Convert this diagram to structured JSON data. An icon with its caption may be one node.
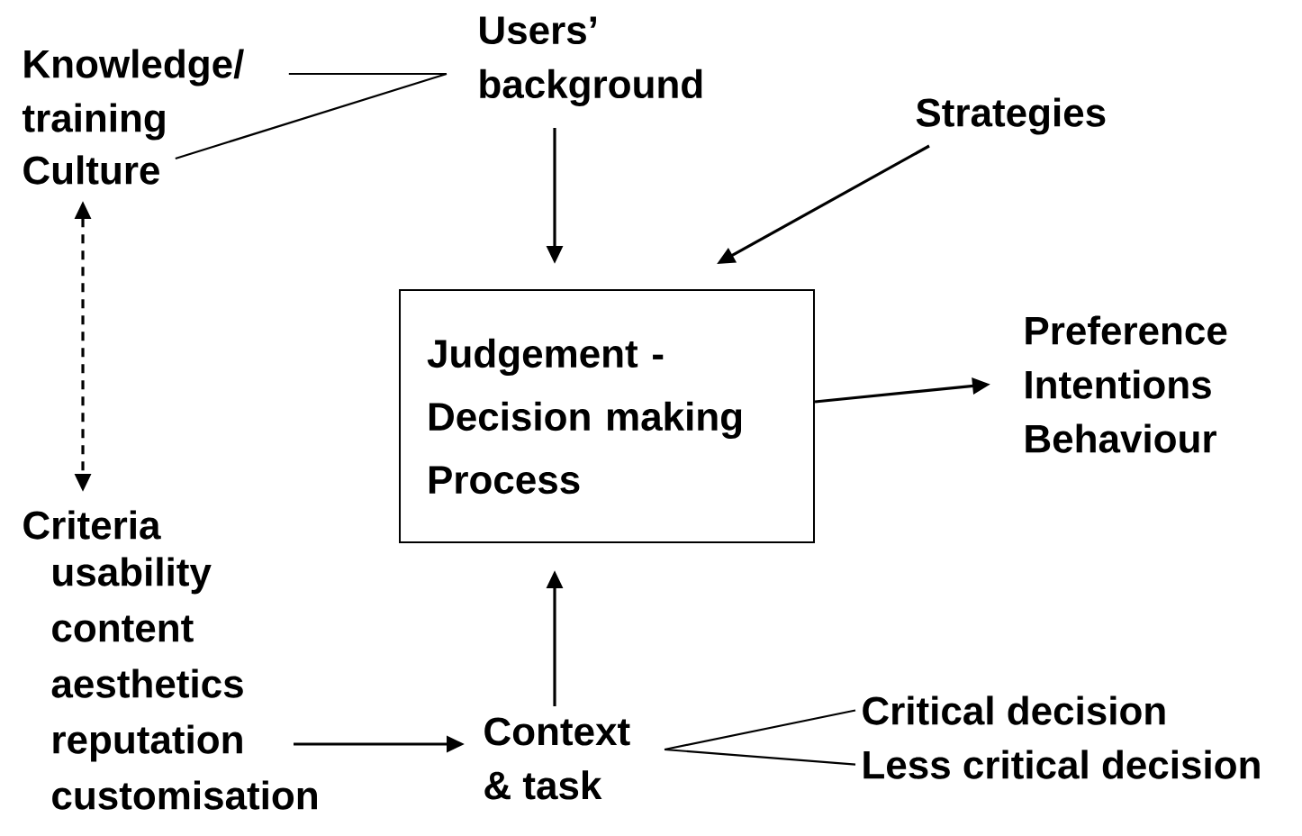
{
  "diagram": {
    "nodes": [
      {
        "text": [
          "Knowledge/ training"
        ]
      },
      {
        "text": [
          "Culture"
        ]
      },
      {
        "text": [
          "Users’ background"
        ]
      },
      {
        "text": [
          "Strategies"
        ]
      },
      {
        "text": [
          "Judgement  - Decision making Process"
        ]
      },
      {
        "text": [
          "Preference Intentions Behaviour"
        ]
      },
      {
        "text": [
          "Criteria",
          "usability content aesthetics reputation customisation"
        ]
      },
      {
        "text": [
          "Context & task"
        ]
      },
      {
        "text": [
          "Critical decision"
        ]
      },
      {
        "text": [
          "Less critical decision"
        ]
      }
    ],
    "edges": [
      {
        "from": 2,
        "to": 0,
        "arrow": "none"
      },
      {
        "from": 2,
        "to": 1,
        "arrow": "none"
      },
      {
        "from": 2,
        "to": 4,
        "arrow": "to"
      },
      {
        "from": 3,
        "to": 4,
        "arrow": "to"
      },
      {
        "from": 4,
        "to": 5,
        "arrow": "to"
      },
      {
        "from": 1,
        "to": 6,
        "arrow": "both",
        "style": "dashed"
      },
      {
        "from": 6,
        "to": 7,
        "arrow": "to"
      },
      {
        "from": 7,
        "to": 4,
        "arrow": "to"
      },
      {
        "from": 7,
        "to": 8,
        "arrow": "none"
      },
      {
        "from": 7,
        "to": 9,
        "arrow": "none"
      }
    ]
  }
}
